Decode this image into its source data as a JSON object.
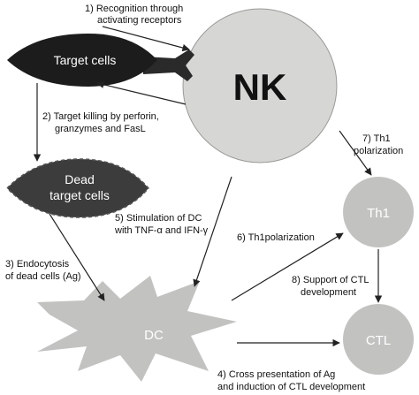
{
  "nodes": {
    "nk": "NK",
    "target_cells": "Target cells",
    "dead_cells_line1": "Dead",
    "dead_cells_line2": "target cells",
    "dc": "DC",
    "th1": "Th1",
    "ctl": "CTL"
  },
  "steps": {
    "s1_line1": "1) Recognition through",
    "s1_line2": "activating receptors",
    "s2_line1": "2) Target killing by perforin,",
    "s2_line2": "granzymes and FasL",
    "s3_line1": "3) Endocytosis",
    "s3_line2": "of dead cells (Ag)",
    "s4_line1": "4) Cross presentation of Ag",
    "s4_line2": "and induction of CTL development",
    "s5_line1": "5) Stimulation of DC",
    "s5_line2": "with TNF-α and IFN-γ",
    "s6": "6) Th1polarization",
    "s7_line1": "7) Th1",
    "s7_line2": "polarization",
    "s8_line1": "8) Support of CTL",
    "s8_line2": "development"
  },
  "colors": {
    "nk_fill": "#d6d6d4",
    "cell_fill": "#c2c3c1",
    "target_fill": "#1c1c1c",
    "dead_fill": "#3c3c3c",
    "arrow": "#222222"
  }
}
